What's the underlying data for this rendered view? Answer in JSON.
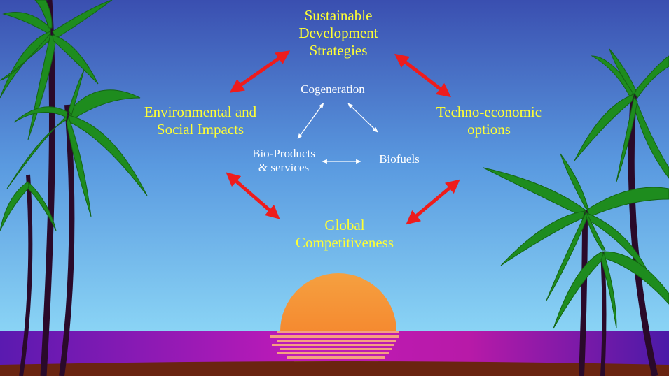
{
  "diagram": {
    "outer_nodes": {
      "top": [
        "Sustainable",
        "Development",
        "Strategies"
      ],
      "left": [
        "Environmental and",
        "Social Impacts"
      ],
      "right": [
        "Techno-economic",
        "options"
      ],
      "bottom": [
        "Global",
        "Competitiveness"
      ]
    },
    "inner_nodes": {
      "cogeneration": "Cogeneration",
      "bio_products": [
        "Bio-Products",
        "& services"
      ],
      "biofuels": "Biofuels"
    }
  },
  "colors": {
    "outer_text": "#ffff33",
    "inner_text": "#ffffff",
    "double_arrow": "#ee1c1c",
    "inner_arrow": "#ffffff",
    "sky_top": "#3a4fb0",
    "sky_bottom": "#8ad4f5",
    "sun": "#f59a3a",
    "sea": "#c01ab4",
    "ground": "#6a2410",
    "palm_leaf": "#1e8c1e",
    "palm_trunk": "#2a0a2a"
  }
}
